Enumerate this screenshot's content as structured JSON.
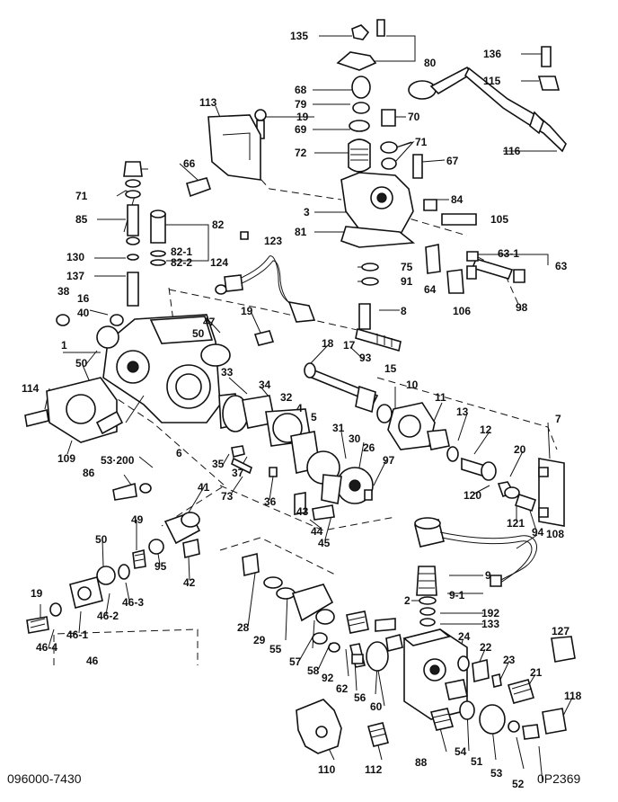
{
  "footer": {
    "drawing_number": "096000-7430",
    "sheet_code": "0P2369"
  },
  "callouts": [
    "135",
    "80",
    "136",
    "115",
    "113",
    "68",
    "79",
    "19",
    "70",
    "69",
    "71",
    "72",
    "116",
    "67",
    "66",
    "71",
    "85",
    "3",
    "84",
    "105",
    "82",
    "82-1",
    "82-2",
    "81",
    "123",
    "63-1",
    "63",
    "130",
    "124",
    "75",
    "137",
    "91",
    "64",
    "106",
    "98",
    "38",
    "16",
    "40",
    "19",
    "8",
    "47",
    "50",
    "1",
    "18",
    "17",
    "93",
    "15",
    "10",
    "11",
    "7",
    "114",
    "50",
    "33",
    "34",
    "32",
    "4",
    "5",
    "31",
    "30",
    "26",
    "13",
    "12",
    "20",
    "97",
    "109",
    "53·200",
    "6",
    "35",
    "37",
    "73",
    "36",
    "120",
    "121",
    "94",
    "86",
    "41",
    "43",
    "44",
    "45",
    "108",
    "49",
    "50",
    "95",
    "46-3",
    "42",
    "9",
    "9-1",
    "19",
    "46-2",
    "46-1",
    "2",
    "192",
    "133",
    "28",
    "29",
    "55",
    "127",
    "46-4",
    "46",
    "57",
    "58",
    "92",
    "62",
    "56",
    "24",
    "22",
    "23",
    "21",
    "60",
    "118",
    "54",
    "51",
    "53",
    "52",
    "110",
    "112",
    "88"
  ]
}
